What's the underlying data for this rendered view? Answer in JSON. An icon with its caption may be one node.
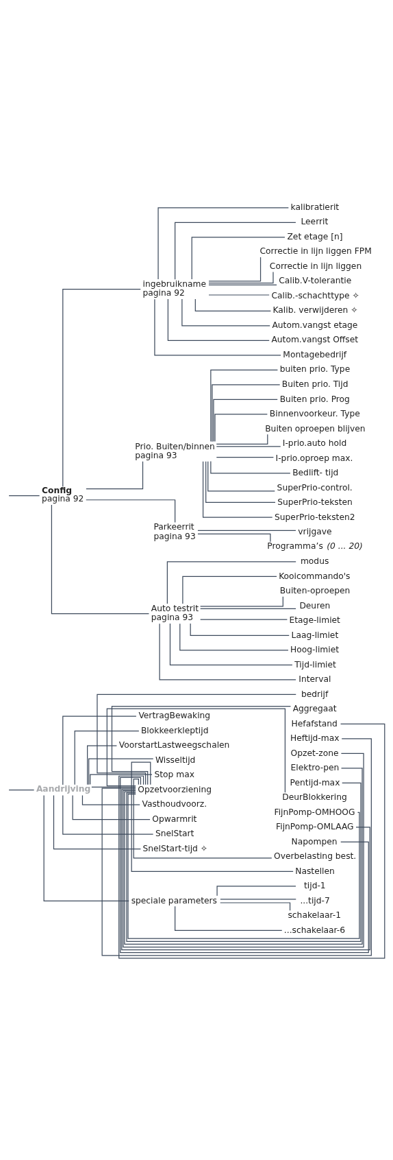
{
  "diagram": {
    "nodes": [
      {
        "text": [
          "Aandrijving"
        ]
      },
      {
        "text": [
          "VertragBewaking"
        ]
      },
      {
        "text": [
          "Blokkeerkleptijd"
        ]
      },
      {
        "text": [
          "VoorstartLastweegschalen"
        ]
      },
      {
        "text": [
          "Wisseltijd"
        ]
      },
      {
        "text": [
          "Stop max"
        ]
      },
      {
        "text": [
          "Opzetvoorziening"
        ]
      },
      {
        "text": [
          "bedrijf"
        ]
      },
      {
        "text": [
          "Aggregaat"
        ]
      },
      {
        "text": [
          "Hefafstand"
        ]
      },
      {
        "text": [
          "Heftijd-max"
        ]
      },
      {
        "text": [
          "Opzet-zone"
        ]
      },
      {
        "text": [
          "Elektro-pen"
        ]
      },
      {
        "text": [
          "Pentijd-max"
        ]
      },
      {
        "text": [
          "DeurBlokkering"
        ]
      },
      {
        "text": [
          "FijnPomp-OMHOOG"
        ]
      },
      {
        "text": [
          "FijnPomp-OMLAAG"
        ]
      },
      {
        "text": [
          "Napompen"
        ]
      },
      {
        "text": [
          "Overbelasting best."
        ]
      },
      {
        "text": [
          "Nastellen"
        ]
      },
      {
        "text": [
          "Vasthoudvoorz."
        ]
      },
      {
        "text": [
          "Opwarmrit"
        ]
      },
      {
        "text": [
          "SnelStart"
        ]
      },
      {
        "text": [
          "SnelStart-tijd ✧"
        ]
      },
      {
        "text": [
          "speciale parameters"
        ]
      },
      {
        "text": [
          "tijd-1"
        ]
      },
      {
        "text": [
          "...tijd-7"
        ]
      },
      {
        "text": [
          "schakelaar-1"
        ]
      },
      {
        "text": [
          "...schakelaar-6"
        ]
      },
      {
        "text": [
          "Config",
          "pagina 92"
        ]
      },
      {
        "text": [
          "ingebruikname",
          "pagina 92"
        ]
      },
      {
        "text": [
          "kalibratierit"
        ]
      },
      {
        "text": [
          "Leerrit"
        ]
      },
      {
        "text": [
          "Zet etage [n]"
        ]
      },
      {
        "text": [
          "Correctie in lijn liggen FPM"
        ]
      },
      {
        "text": [
          "Correctie in lijn liggen"
        ]
      },
      {
        "text": [
          "Calib.V-tolerantie"
        ]
      },
      {
        "text": [
          "Calib.-schachttype ✧"
        ]
      },
      {
        "text": [
          "Kalib. verwijderen ✧"
        ]
      },
      {
        "text": [
          "Autom.vangst etage"
        ]
      },
      {
        "text": [
          "Autom.vangst Offset"
        ]
      },
      {
        "text": [
          "Montagebedrijf"
        ]
      },
      {
        "text": [
          "Prio. Buiten/binnen",
          "pagina 93"
        ]
      },
      {
        "text": [
          "buiten prio. Type"
        ]
      },
      {
        "text": [
          "Buiten prio. Tijd"
        ]
      },
      {
        "text": [
          "Buiten prio. Prog"
        ]
      },
      {
        "text": [
          "Binnenvoorkeur. Type"
        ]
      },
      {
        "text": [
          "Buiten oproepen blijven"
        ]
      },
      {
        "text": [
          "I-prio.auto hold"
        ]
      },
      {
        "text": [
          "I-prio.oproep max."
        ]
      },
      {
        "text": [
          "Bedlift- tijd"
        ]
      },
      {
        "text": [
          "SuperPrio-control."
        ]
      },
      {
        "text": [
          "SuperPrio-teksten"
        ]
      },
      {
        "text": [
          "SuperPrio-teksten2"
        ]
      },
      {
        "text": [
          "Parkeerrit",
          "pagina 93"
        ]
      },
      {
        "text": [
          "vrijgave"
        ]
      },
      {
        "text": [
          "Programma’s *(0 ... 20)*"
        ]
      },
      {
        "text": [
          "Auto testrit",
          "pagina 93"
        ]
      },
      {
        "text": [
          "modus"
        ]
      },
      {
        "text": [
          "Kooicommando's"
        ]
      },
      {
        "text": [
          "Buiten-oproepen"
        ]
      },
      {
        "text": [
          "Deuren"
        ]
      },
      {
        "text": [
          "Etage-limiet"
        ]
      },
      {
        "text": [
          "Laag-limiet"
        ]
      },
      {
        "text": [
          "Hoog-limiet"
        ]
      },
      {
        "text": [
          "Tijd-limiet"
        ]
      },
      {
        "text": [
          "Interval"
        ]
      }
    ],
    "edges": [
      {
        "from": null,
        "to": 0,
        "arrow": "none"
      },
      {
        "from": 0,
        "to": 1,
        "arrow": "none"
      },
      {
        "from": 0,
        "to": 2,
        "arrow": "none"
      },
      {
        "from": 0,
        "to": 3,
        "arrow": "none"
      },
      {
        "from": 0,
        "to": 4,
        "arrow": "none"
      },
      {
        "from": 0,
        "to": 5,
        "arrow": "none"
      },
      {
        "from": 0,
        "to": 6,
        "arrow": "none"
      },
      {
        "from": 6,
        "to": 7,
        "arrow": "none"
      },
      {
        "from": 6,
        "to": 8,
        "arrow": "none"
      },
      {
        "from": 6,
        "to": 9,
        "arrow": "none"
      },
      {
        "from": 6,
        "to": 10,
        "arrow": "none"
      },
      {
        "from": 6,
        "to": 11,
        "arrow": "none"
      },
      {
        "from": 6,
        "to": 12,
        "arrow": "none"
      },
      {
        "from": 6,
        "to": 13,
        "arrow": "none"
      },
      {
        "from": 6,
        "to": 14,
        "arrow": "none"
      },
      {
        "from": 6,
        "to": 15,
        "arrow": "none"
      },
      {
        "from": 6,
        "to": 16,
        "arrow": "none"
      },
      {
        "from": 6,
        "to": 17,
        "arrow": "none"
      },
      {
        "from": 6,
        "to": 18,
        "arrow": "none"
      },
      {
        "from": 6,
        "to": 19,
        "arrow": "none"
      },
      {
        "from": 0,
        "to": 20,
        "arrow": "none"
      },
      {
        "from": 0,
        "to": 21,
        "arrow": "none"
      },
      {
        "from": 0,
        "to": 22,
        "arrow": "none"
      },
      {
        "from": 0,
        "to": 23,
        "arrow": "none"
      },
      {
        "from": 0,
        "to": 24,
        "arrow": "none"
      },
      {
        "from": 24,
        "to": 25,
        "arrow": "none"
      },
      {
        "from": 24,
        "to": 26,
        "arrow": "none"
      },
      {
        "from": 24,
        "to": 27,
        "arrow": "none"
      },
      {
        "from": 24,
        "to": 28,
        "arrow": "none"
      },
      {
        "from": null,
        "to": 29,
        "arrow": "none"
      },
      {
        "from": 29,
        "to": 30,
        "arrow": "none"
      },
      {
        "from": 30,
        "to": 31,
        "arrow": "none"
      },
      {
        "from": 30,
        "to": 32,
        "arrow": "none"
      },
      {
        "from": 30,
        "to": 33,
        "arrow": "none"
      },
      {
        "from": 30,
        "to": 34,
        "arrow": "none"
      },
      {
        "from": 30,
        "to": 35,
        "arrow": "none"
      },
      {
        "from": 30,
        "to": 36,
        "arrow": "none"
      },
      {
        "from": 30,
        "to": 37,
        "arrow": "none"
      },
      {
        "from": 30,
        "to": 38,
        "arrow": "none"
      },
      {
        "from": 30,
        "to": 39,
        "arrow": "none"
      },
      {
        "from": 30,
        "to": 40,
        "arrow": "none"
      },
      {
        "from": 30,
        "to": 41,
        "arrow": "none"
      },
      {
        "from": 29,
        "to": 42,
        "arrow": "none"
      },
      {
        "from": 42,
        "to": 43,
        "arrow": "none"
      },
      {
        "from": 42,
        "to": 44,
        "arrow": "none"
      },
      {
        "from": 42,
        "to": 45,
        "arrow": "none"
      },
      {
        "from": 42,
        "to": 46,
        "arrow": "none"
      },
      {
        "from": 42,
        "to": 47,
        "arrow": "none"
      },
      {
        "from": 42,
        "to": 48,
        "arrow": "none"
      },
      {
        "from": 42,
        "to": 49,
        "arrow": "none"
      },
      {
        "from": 42,
        "to": 50,
        "arrow": "none"
      },
      {
        "from": 42,
        "to": 51,
        "arrow": "none"
      },
      {
        "from": 42,
        "to": 52,
        "arrow": "none"
      },
      {
        "from": 42,
        "to": 53,
        "arrow": "none"
      },
      {
        "from": 29,
        "to": 54,
        "arrow": "none"
      },
      {
        "from": 54,
        "to": 55,
        "arrow": "none"
      },
      {
        "from": 54,
        "to": 56,
        "arrow": "none"
      },
      {
        "from": 29,
        "to": 57,
        "arrow": "none"
      },
      {
        "from": 57,
        "to": 58,
        "arrow": "none"
      },
      {
        "from": 57,
        "to": 59,
        "arrow": "none"
      },
      {
        "from": 57,
        "to": 60,
        "arrow": "none"
      },
      {
        "from": 57,
        "to": 61,
        "arrow": "none"
      },
      {
        "from": 57,
        "to": 62,
        "arrow": "none"
      },
      {
        "from": 57,
        "to": 63,
        "arrow": "none"
      },
      {
        "from": 57,
        "to": 64,
        "arrow": "none"
      },
      {
        "from": 57,
        "to": 65,
        "arrow": "none"
      },
      {
        "from": 57,
        "to": 66,
        "arrow": "none"
      }
    ]
  }
}
